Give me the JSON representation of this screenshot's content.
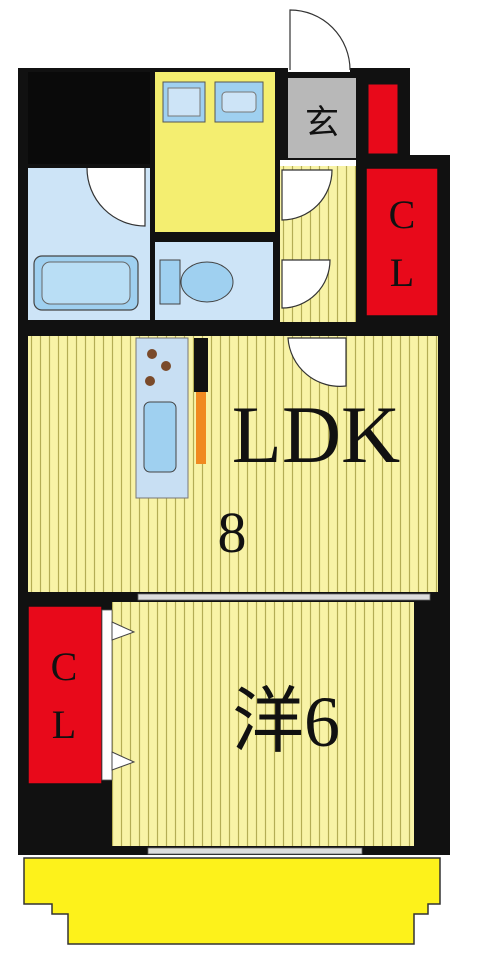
{
  "rooms": {
    "entrance": "玄",
    "closet_entry": "C\nL",
    "ldk": "LDK",
    "ldk_size": "8",
    "western": "洋6",
    "closet_bedroom": "C\nL"
  },
  "colors": {
    "wall": "#111111",
    "floor": "#f8f3a6",
    "floor_stripe": "#b4ad55",
    "wet_area": "#cde4f7",
    "toilet_area": "#f4ee70",
    "closet": "#e8091a",
    "entrance_tile": "#b8b8b8",
    "balcony": "#fdf21b",
    "kitchen_counter": "#c8dff3",
    "kitchen_accent": "#f08a20",
    "fixture_blue": "#9fd0f0"
  }
}
